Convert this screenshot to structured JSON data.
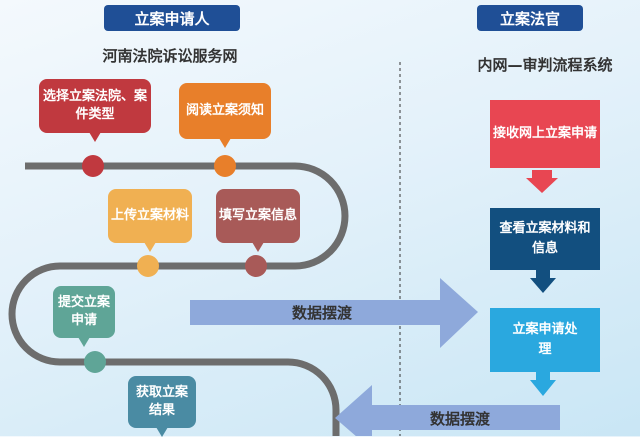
{
  "left": {
    "header": "立案申请人",
    "subtitle": "河南法院诉讼服务网",
    "steps": [
      {
        "label": "选择立案法院、案件类型",
        "color": "#c0393f"
      },
      {
        "label": "阅读立案须知",
        "color": "#e87f2a"
      },
      {
        "label": "上传立案材料",
        "color": "#f0b052"
      },
      {
        "label": "填写立案信息",
        "color": "#a85a58"
      },
      {
        "label": "提交立案申请",
        "color": "#5fa597"
      },
      {
        "label": "获取立案结果",
        "color": "#4a8ba3"
      }
    ]
  },
  "right": {
    "header": "立案法官",
    "subtitle": "内网—审判流程系统",
    "steps": [
      {
        "label": "接收网上立案申请",
        "color": "#e84652"
      },
      {
        "label": "查看立案材料和信息",
        "color": "#124f7f"
      },
      {
        "label": "立案申请处理",
        "color": "#2aa8df"
      }
    ]
  },
  "transfer": {
    "to_right": "数据摆渡",
    "to_left": "数据摆渡",
    "color": "#8ea9db"
  }
}
